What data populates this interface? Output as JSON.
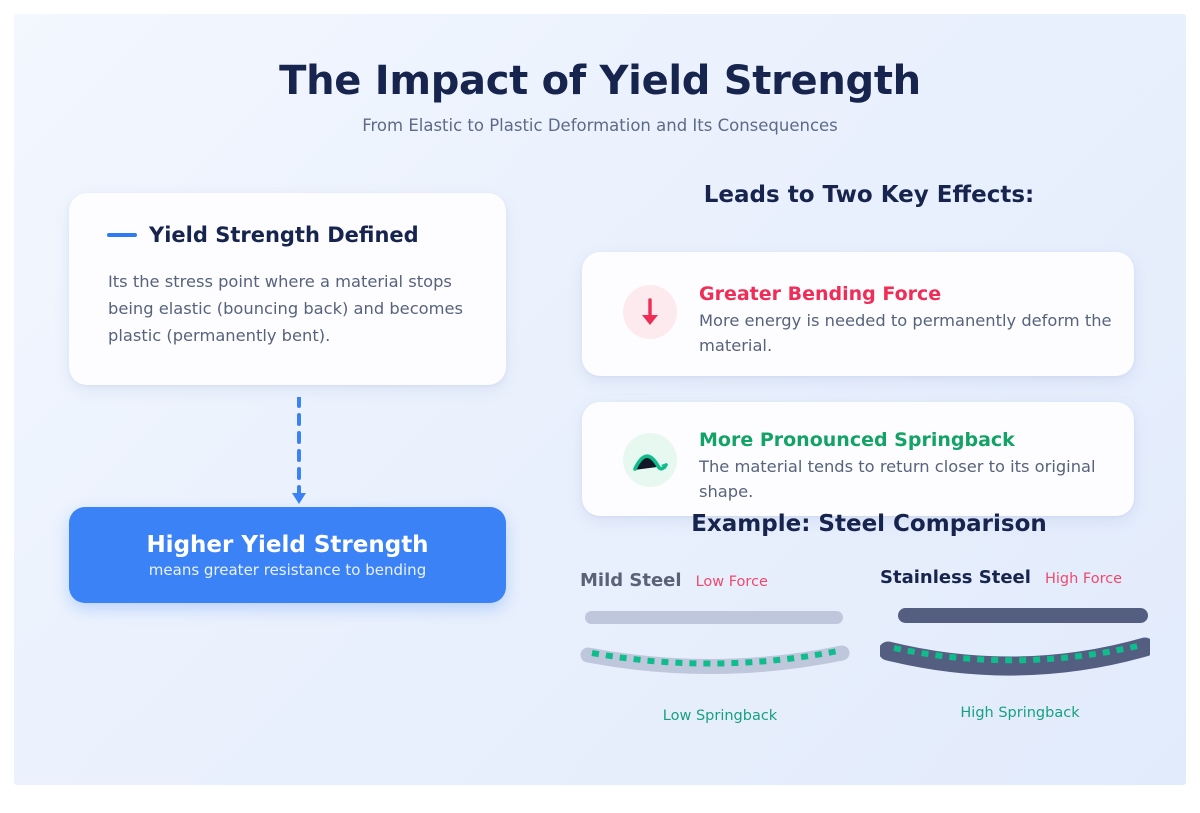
{
  "header": {
    "title": "The Impact of Yield Strength",
    "subtitle": "From Elastic to Plastic Deformation and Its Consequences"
  },
  "definition_card": {
    "title": "Yield Strength Defined",
    "body": "Its the stress point where a material stops being elastic (bouncing back) and becomes plastic (permanently bent)."
  },
  "connector": {
    "icon": "dashed-down-arrow-icon"
  },
  "highlight_box": {
    "title": "Higher Yield Strength",
    "subtitle": "means greater resistance to bending",
    "color": "#3b82f6"
  },
  "effects": {
    "heading": "Leads to Two Key Effects:",
    "items": [
      {
        "icon": "down-arrow-icon",
        "title": "Greater Bending Force",
        "description": "More energy is needed to permanently deform the material.",
        "accent": "#ef2d56",
        "icon_bg": "#fdeaef"
      },
      {
        "icon": "springback-arc-icon",
        "title": "More Pronounced Springback",
        "description": "The material tends to return closer to its original shape.",
        "accent": "#13a366",
        "icon_bg": "#e7f8f0"
      }
    ]
  },
  "example": {
    "heading": "Example: Steel Comparison",
    "items": [
      {
        "name": "Mild Steel",
        "force_label": "Low Force",
        "caption": "Low Springback",
        "bar_color": "#bfc7dd",
        "name_color": "#5a6275"
      },
      {
        "name": "Stainless Steel",
        "force_label": "High Force",
        "caption": "High Springback",
        "bar_color": "#535e80",
        "name_color": "#16244e"
      }
    ],
    "force_color": "#f0496d",
    "caption_color": "#16a181",
    "springback_dash_color": "#0fbd8c"
  }
}
